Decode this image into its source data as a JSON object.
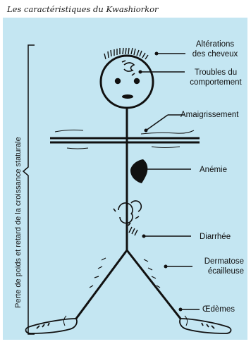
{
  "title": "Les caractéristiques du Kwashiorkor",
  "side_label": "Perte de poids et retard de la croissance staturale",
  "labels": {
    "hair": [
      "Altérations",
      "des cheveux"
    ],
    "behaviour": [
      "Troubles du",
      "comportement"
    ],
    "wasting": "Amaigrissement",
    "anemia": "Anémie",
    "diarrhea": "Diarrhée",
    "dermatosis": [
      "Dermatose",
      "écailleuse"
    ],
    "oedema": "Œdèmes"
  },
  "colors": {
    "panel": "#c4e6f2",
    "ink": "#111111",
    "fill_dark": "#111111"
  }
}
